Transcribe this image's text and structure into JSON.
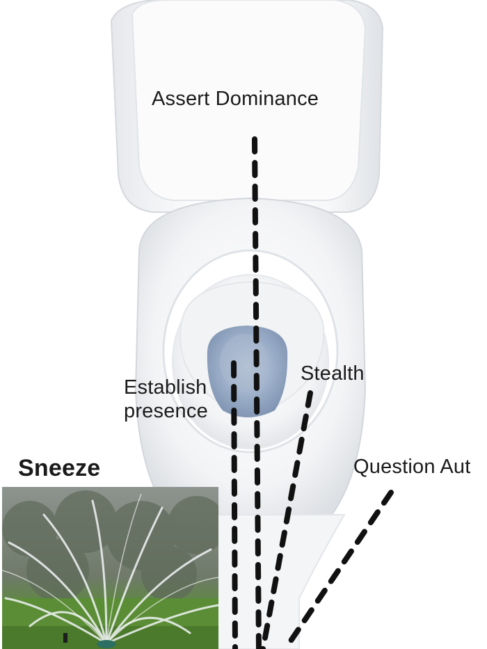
{
  "labels": {
    "assert_dominance": "Assert Dominance",
    "stealth": "Stealth",
    "establish_presence": "Establish\npresence",
    "question_authority": "Question Aut",
    "sneeze": "Sneeze"
  },
  "colors": {
    "text": "#1a1a1a",
    "dash": "#111111",
    "porcelain": "#ffffff",
    "porcelain_shade": "#e3e5e8",
    "water": "#8fa3bd",
    "grass": "#5f8a3e"
  }
}
